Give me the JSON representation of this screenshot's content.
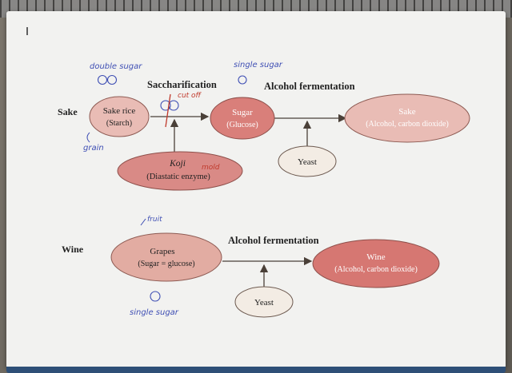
{
  "sake": {
    "row_label": "Sake",
    "step_label": "Saccharification",
    "step2_label": "Alcohol fermentation",
    "rice": {
      "name": "Sake rice",
      "detail": "(Starch)"
    },
    "sugar": {
      "name": "Sugar",
      "detail": "(Glucose)"
    },
    "product": {
      "name": "Sake",
      "detail": "(Alcohol, carbon dioxide)"
    },
    "koji": {
      "name": "Koji",
      "detail": "(Diastatic enzyme)"
    },
    "yeast": {
      "name": "Yeast"
    }
  },
  "wine": {
    "row_label": "Wine",
    "step_label": "Alcohol fermentation",
    "grapes": {
      "name": "Grapes",
      "detail": "(Sugar = glucose)"
    },
    "product": {
      "name": "Wine",
      "detail": "(Alcohol, carbon dioxide)"
    },
    "yeast": {
      "name": "Yeast"
    }
  },
  "notes": {
    "double_sugar": "double sugar",
    "single_sugar_top": "single sugar",
    "grain": "grain",
    "cut_off": "cut off",
    "mold": "mold",
    "fruit": "fruit",
    "single_sugar_bottom": "single sugar"
  },
  "colors": {
    "light_node": "#e7b5ae",
    "mid_node": "#d98a86",
    "strong_node": "#d67772",
    "yeast_node": "#f3ece4",
    "arrow": "#4a4038",
    "ink_blue": "#3f4fb4",
    "ink_red": "#c0392b"
  }
}
